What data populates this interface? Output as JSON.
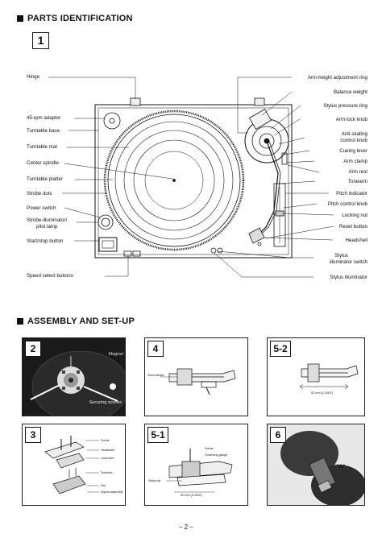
{
  "header": {
    "parts_title": "PARTS IDENTIFICATION",
    "figure_1": "1"
  },
  "left_labels": [
    "Hinge",
    "45-rpm adaptor",
    "Turntable base",
    "Turntable mat",
    "Center spindle",
    "Turntable platter",
    "Strobe dots",
    "Power switch",
    "Strobe-illuminator/",
    "pilot lamp",
    "Start/stop button",
    "Speed select buttons"
  ],
  "right_labels": [
    "Arm-height adjustment ring",
    "Balance weight",
    "Stylus pressure ring",
    "Arm lock knob",
    "Anti-skating",
    "control knob",
    "Cueing lever",
    "Arm clamp",
    "Arm rest",
    "Tonearm",
    "Pitch indicator",
    "Pitch control knob",
    "Locking nut",
    "Reset button",
    "Headshell",
    "Stylus",
    "illuminator switch",
    "Stylus illuminator"
  ],
  "assembly": {
    "title": "ASSEMBLY AND SET-UP",
    "panels": [
      {
        "num": "2",
        "labels": [
          "Magnet",
          "Securing screws"
        ]
      },
      {
        "num": "4",
        "labels": [
          "Shell weight"
        ]
      },
      {
        "num": "5-2",
        "labels": [
          "52 mm (2-3/64\")"
        ]
      },
      {
        "num": "3",
        "labels": [
          "Screw",
          "Headshell",
          "Lead wire",
          "Terminal",
          "Nut",
          "Stylus assembly"
        ]
      },
      {
        "num": "5-1",
        "labels": [
          "Screw",
          "Overhang gauge",
          "Stylus tip",
          "52 mm (2-3/64\")"
        ]
      },
      {
        "num": "6",
        "labels": [
          "\"A\""
        ]
      }
    ]
  },
  "footer": {
    "page": "– 2 –"
  }
}
